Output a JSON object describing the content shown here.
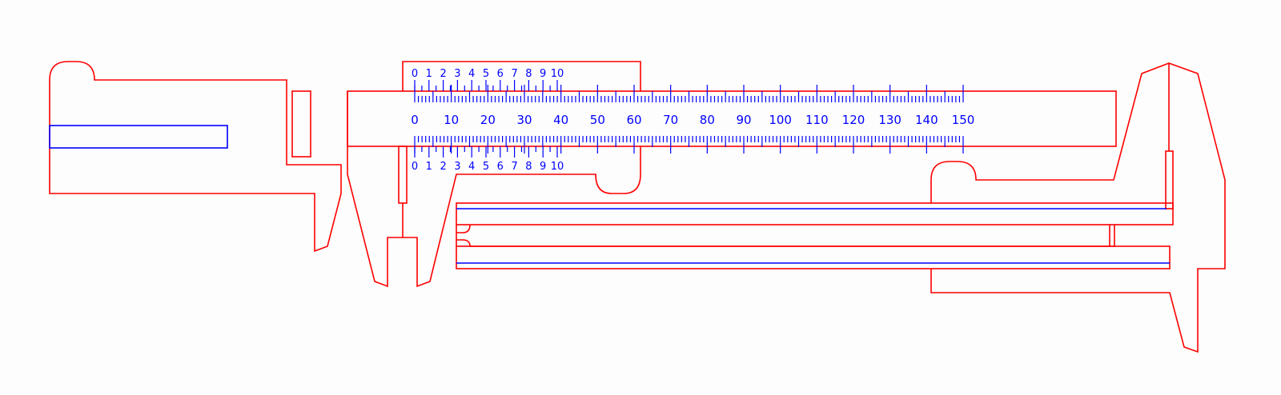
{
  "colors": {
    "outline": "#ff0000",
    "scale": "#0000ff",
    "background": "#fdfdfd"
  },
  "main_scale": {
    "unit_step": 1,
    "max": 150,
    "labels": [
      "0",
      "10",
      "20",
      "30",
      "40",
      "50",
      "60",
      "70",
      "80",
      "90",
      "100",
      "110",
      "120",
      "130",
      "140",
      "150"
    ]
  },
  "vernier_scale": {
    "divisions": 10,
    "labels": [
      "0",
      "1",
      "2",
      "3",
      "4",
      "5",
      "6",
      "7",
      "8",
      "9",
      "10"
    ]
  }
}
